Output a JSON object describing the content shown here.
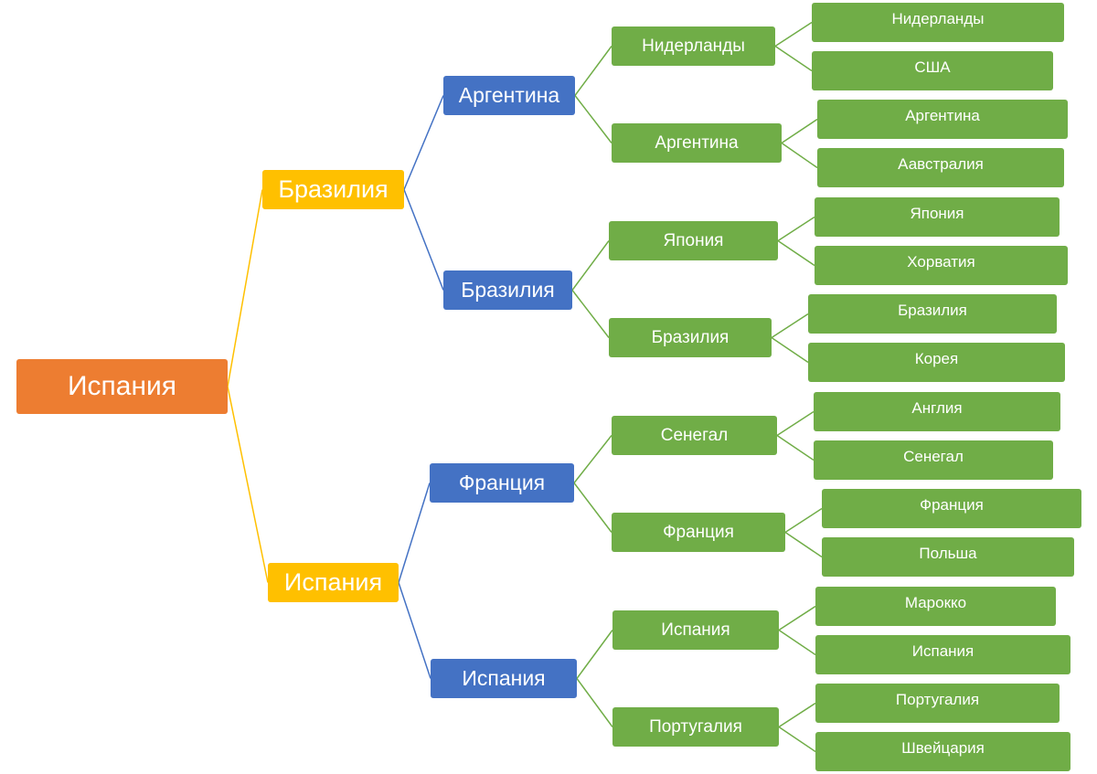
{
  "colors": {
    "root": "#ED7D31",
    "level1": "#FFC000",
    "level2": "#4472C4",
    "level3": "#70AD47",
    "level4": "#70AD47",
    "line1": "#FFC000",
    "line2": "#4472C4",
    "line3": "#70AD47"
  },
  "tree": {
    "label": "Испания",
    "children": [
      {
        "label": "Бразилия",
        "children": [
          {
            "label": "Аргентина",
            "children": [
              {
                "label": "Нидерланды",
                "children": [
                  {
                    "label": "Нидерланды"
                  },
                  {
                    "label": "США"
                  }
                ]
              },
              {
                "label": "Аргентина",
                "children": [
                  {
                    "label": "Аргентина"
                  },
                  {
                    "label": "Аавстралия"
                  }
                ]
              }
            ]
          },
          {
            "label": "Бразилия",
            "children": [
              {
                "label": "Япония",
                "children": [
                  {
                    "label": "Япония"
                  },
                  {
                    "label": "Хорватия"
                  }
                ]
              },
              {
                "label": "Бразилия",
                "children": [
                  {
                    "label": "Бразилия"
                  },
                  {
                    "label": "Корея"
                  }
                ]
              }
            ]
          }
        ]
      },
      {
        "label": "Испания",
        "children": [
          {
            "label": "Франция",
            "children": [
              {
                "label": "Сенегал",
                "children": [
                  {
                    "label": "Англия"
                  },
                  {
                    "label": "Сенегал"
                  }
                ]
              },
              {
                "label": "Франция",
                "children": [
                  {
                    "label": "Франция"
                  },
                  {
                    "label": "Польша"
                  }
                ]
              }
            ]
          },
          {
            "label": "Испания",
            "children": [
              {
                "label": "Испания",
                "children": [
                  {
                    "label": "Марокко"
                  },
                  {
                    "label": "Испания"
                  }
                ]
              },
              {
                "label": "Португалия",
                "children": [
                  {
                    "label": "Португалия"
                  },
                  {
                    "label": "Швейцария"
                  }
                ]
              }
            ]
          }
        ]
      }
    ]
  }
}
